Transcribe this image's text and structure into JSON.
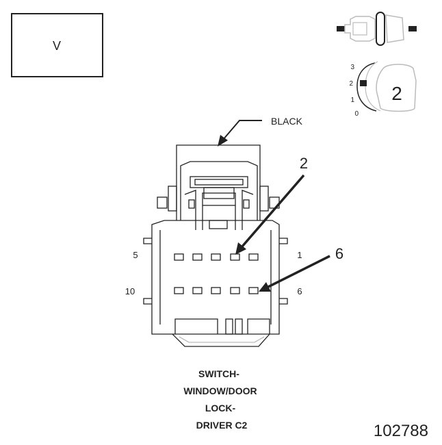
{
  "view_box_label": "V",
  "color_label": "BLACK",
  "callouts": {
    "pin_a": "2",
    "pin_b": "6"
  },
  "row_labels": {
    "top_left": "5",
    "top_right": "1",
    "bottom_left": "10",
    "bottom_right": "6"
  },
  "key_icon": {
    "scale": [
      "3",
      "2",
      "1",
      "0"
    ],
    "number": "2"
  },
  "title": [
    "SWITCH-",
    "WINDOW/DOOR",
    "LOCK-",
    "DRIVER C2"
  ],
  "figure_number": "102788"
}
